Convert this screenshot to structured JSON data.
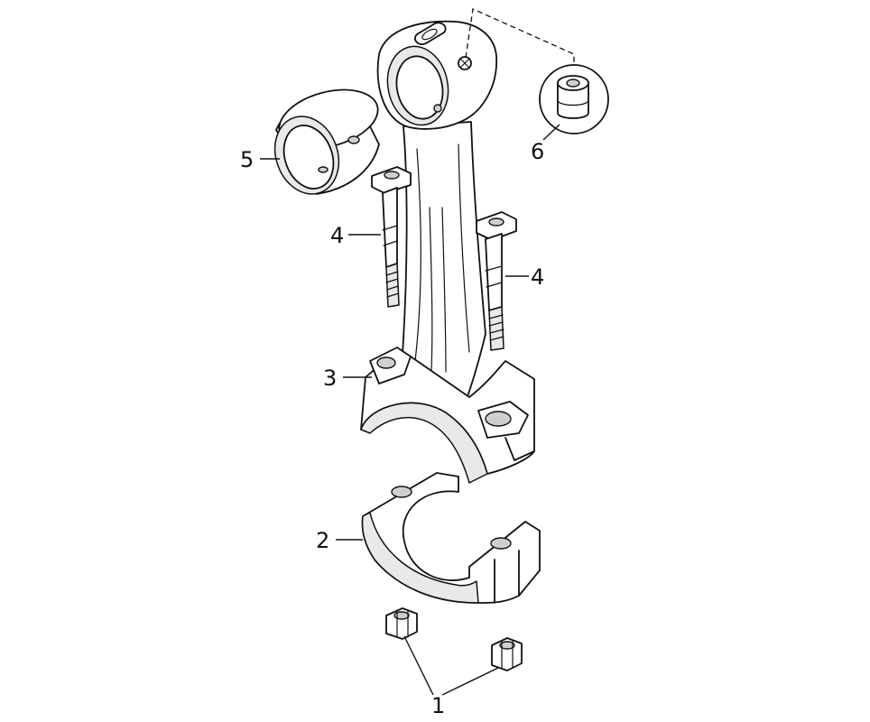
{
  "callouts": [
    {
      "id": "nuts",
      "label": "1"
    },
    {
      "id": "bearing-cap",
      "label": "2"
    },
    {
      "id": "con-rod",
      "label": "3"
    },
    {
      "id": "bolt-left",
      "label": "4"
    },
    {
      "id": "bolt-right",
      "label": "4"
    },
    {
      "id": "bushing",
      "label": "5"
    },
    {
      "id": "plug",
      "label": "6"
    }
  ]
}
